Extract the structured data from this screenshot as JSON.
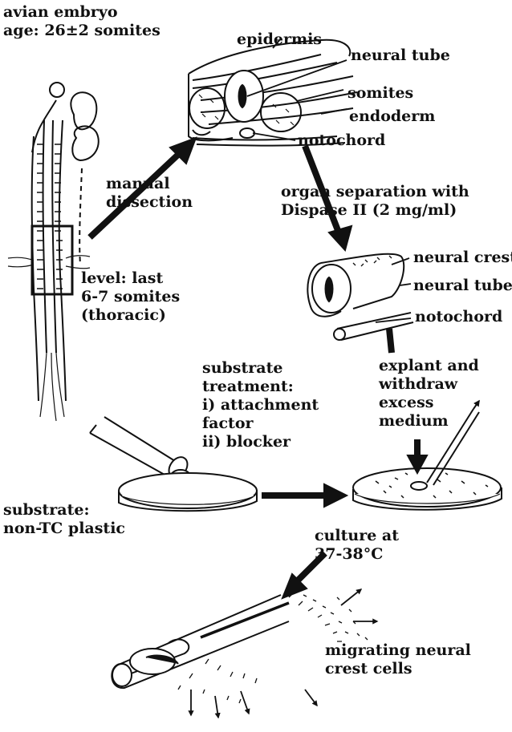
{
  "colors": {
    "ink": "#111111",
    "paper": "#ffffff"
  },
  "labels": {
    "embryo_title": [
      "avian embryo",
      "age: 26±2 somites"
    ],
    "epidermis": "epidermis",
    "neural_tube_1": "neural tube",
    "somites": "somites",
    "endoderm": "endoderm",
    "notochord_1": "notochord",
    "manual_dissection": [
      "manual",
      "dissection"
    ],
    "organ_separation": [
      "organ separation with",
      "Dispase II (2 mg/ml)"
    ],
    "level": [
      "level: last",
      "6-7 somites",
      "(thoracic)"
    ],
    "neural_crest": "neural crest",
    "neural_tube_2": "neural tube",
    "notochord_2": "notochord",
    "substrate_treatment": [
      "substrate",
      "treatment:",
      "i) attachment",
      "factor",
      "ii) blocker"
    ],
    "explant": [
      "explant and",
      "withdraw",
      "excess",
      "medium"
    ],
    "substrate": [
      "substrate:",
      "non-TC plastic"
    ],
    "culture": [
      "culture at",
      "37-38°C"
    ],
    "migrating": [
      "migrating neural",
      "crest cells"
    ]
  }
}
